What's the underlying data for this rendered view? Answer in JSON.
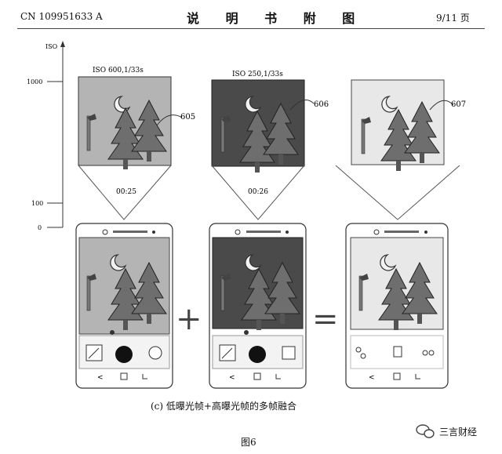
{
  "header": {
    "patent_no": "CN 109951633 A",
    "title": "说 明 书 附 图",
    "page": "9/11 页"
  },
  "axis": {
    "label": "ISO",
    "ticks": [
      "1000",
      "100",
      "0"
    ]
  },
  "frames": [
    {
      "id": "605",
      "exposure": "ISO 600,1/33s",
      "tone": "light"
    },
    {
      "id": "606",
      "exposure": "ISO 250,1/33s",
      "tone": "dark"
    },
    {
      "id": "607",
      "exposure": "",
      "tone": "fused"
    }
  ],
  "times": [
    "00:25",
    "00:26"
  ],
  "operators": [
    "+",
    "="
  ],
  "caption": "(c) 低曝光帧+高曝光帧的多帧融合",
  "figure_label": "图6",
  "watermark": "三言财经"
}
